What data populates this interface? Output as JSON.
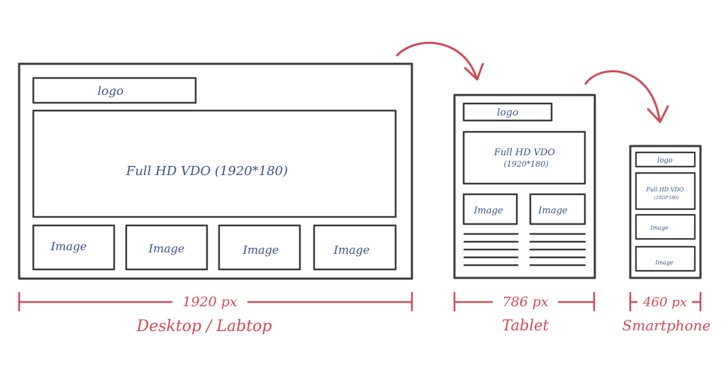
{
  "colors": {
    "ink": "#3a3a3a",
    "label": "#3b5388",
    "accent": "#d04a57"
  },
  "desktop": {
    "logo": "logo",
    "video": "Full HD VDO (1920*180)",
    "images": [
      "Image",
      "Image",
      "Image",
      "Image"
    ],
    "width_label": "1920 px",
    "device_label": "Desktop / Labtop"
  },
  "tablet": {
    "logo": "logo",
    "video_line1": "Full HD VDO",
    "video_line2": "(1920*180)",
    "images": [
      "Image",
      "Image"
    ],
    "width_label": "786 px",
    "device_label": "Tablet"
  },
  "smartphone": {
    "logo": "logo",
    "video_line1": "Full HD VDO",
    "video_line2": "(1920*180)",
    "images": [
      "Image",
      "Image"
    ],
    "width_label": "460 px",
    "device_label": "Smartphone"
  }
}
